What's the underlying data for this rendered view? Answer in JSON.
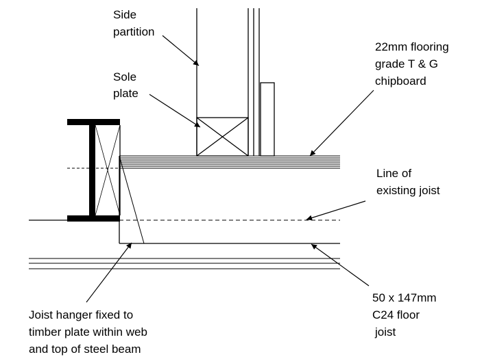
{
  "labels": {
    "side_partition": [
      "Side",
      "partition"
    ],
    "sole_plate": [
      "Sole",
      "plate"
    ],
    "flooring": [
      "22mm flooring",
      "grade T & G",
      "chipboard"
    ],
    "existing_joist": [
      "Line of",
      "existing joist"
    ],
    "floor_joist": [
      "50 x 147mm",
      "C24 floor",
      "joist"
    ],
    "joist_hanger": [
      "Joist hanger fixed to",
      "timber plate within web",
      "and top of steel beam"
    ]
  },
  "colors": {
    "line": "#000000",
    "background": "#ffffff"
  }
}
